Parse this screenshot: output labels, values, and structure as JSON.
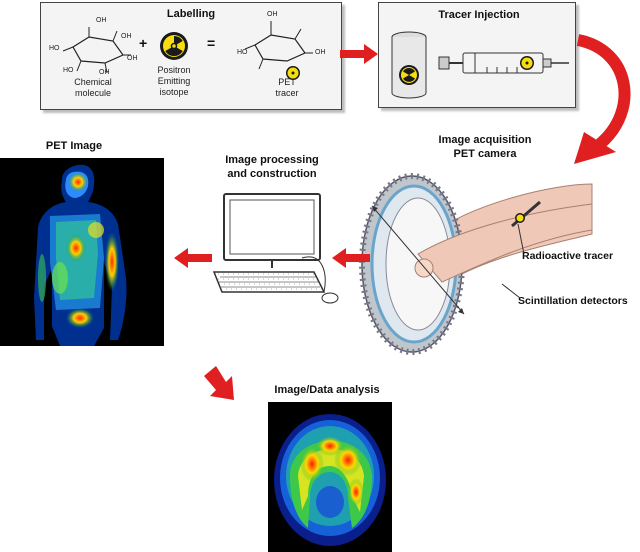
{
  "labelling_box": {
    "title": "Labelling",
    "molecule_caption": "Chemical\nmolecule",
    "isotope_caption": "Positron\nEmitting\nisotope",
    "tracer_caption": "PET\ntracer",
    "plus": "+",
    "equals": "=",
    "oh_label": "OH",
    "ho_label": "HO"
  },
  "injection_box": {
    "title": "Tracer Injection"
  },
  "acquisition": {
    "title_line1": "Image acquisition",
    "title_line2": "PET camera",
    "radioactive_tracer_label": "Radioactive tracer",
    "detectors_label": "Scintillation detectors"
  },
  "processing": {
    "title_line1": "Image processing",
    "title_line2": "and construction"
  },
  "pet_image": {
    "title": "PET Image"
  },
  "analysis": {
    "title": "Image/Data analysis"
  },
  "colors": {
    "arrow": "#e02020",
    "radiation_yellow": "#f5dd10",
    "box_border": "#444444"
  }
}
